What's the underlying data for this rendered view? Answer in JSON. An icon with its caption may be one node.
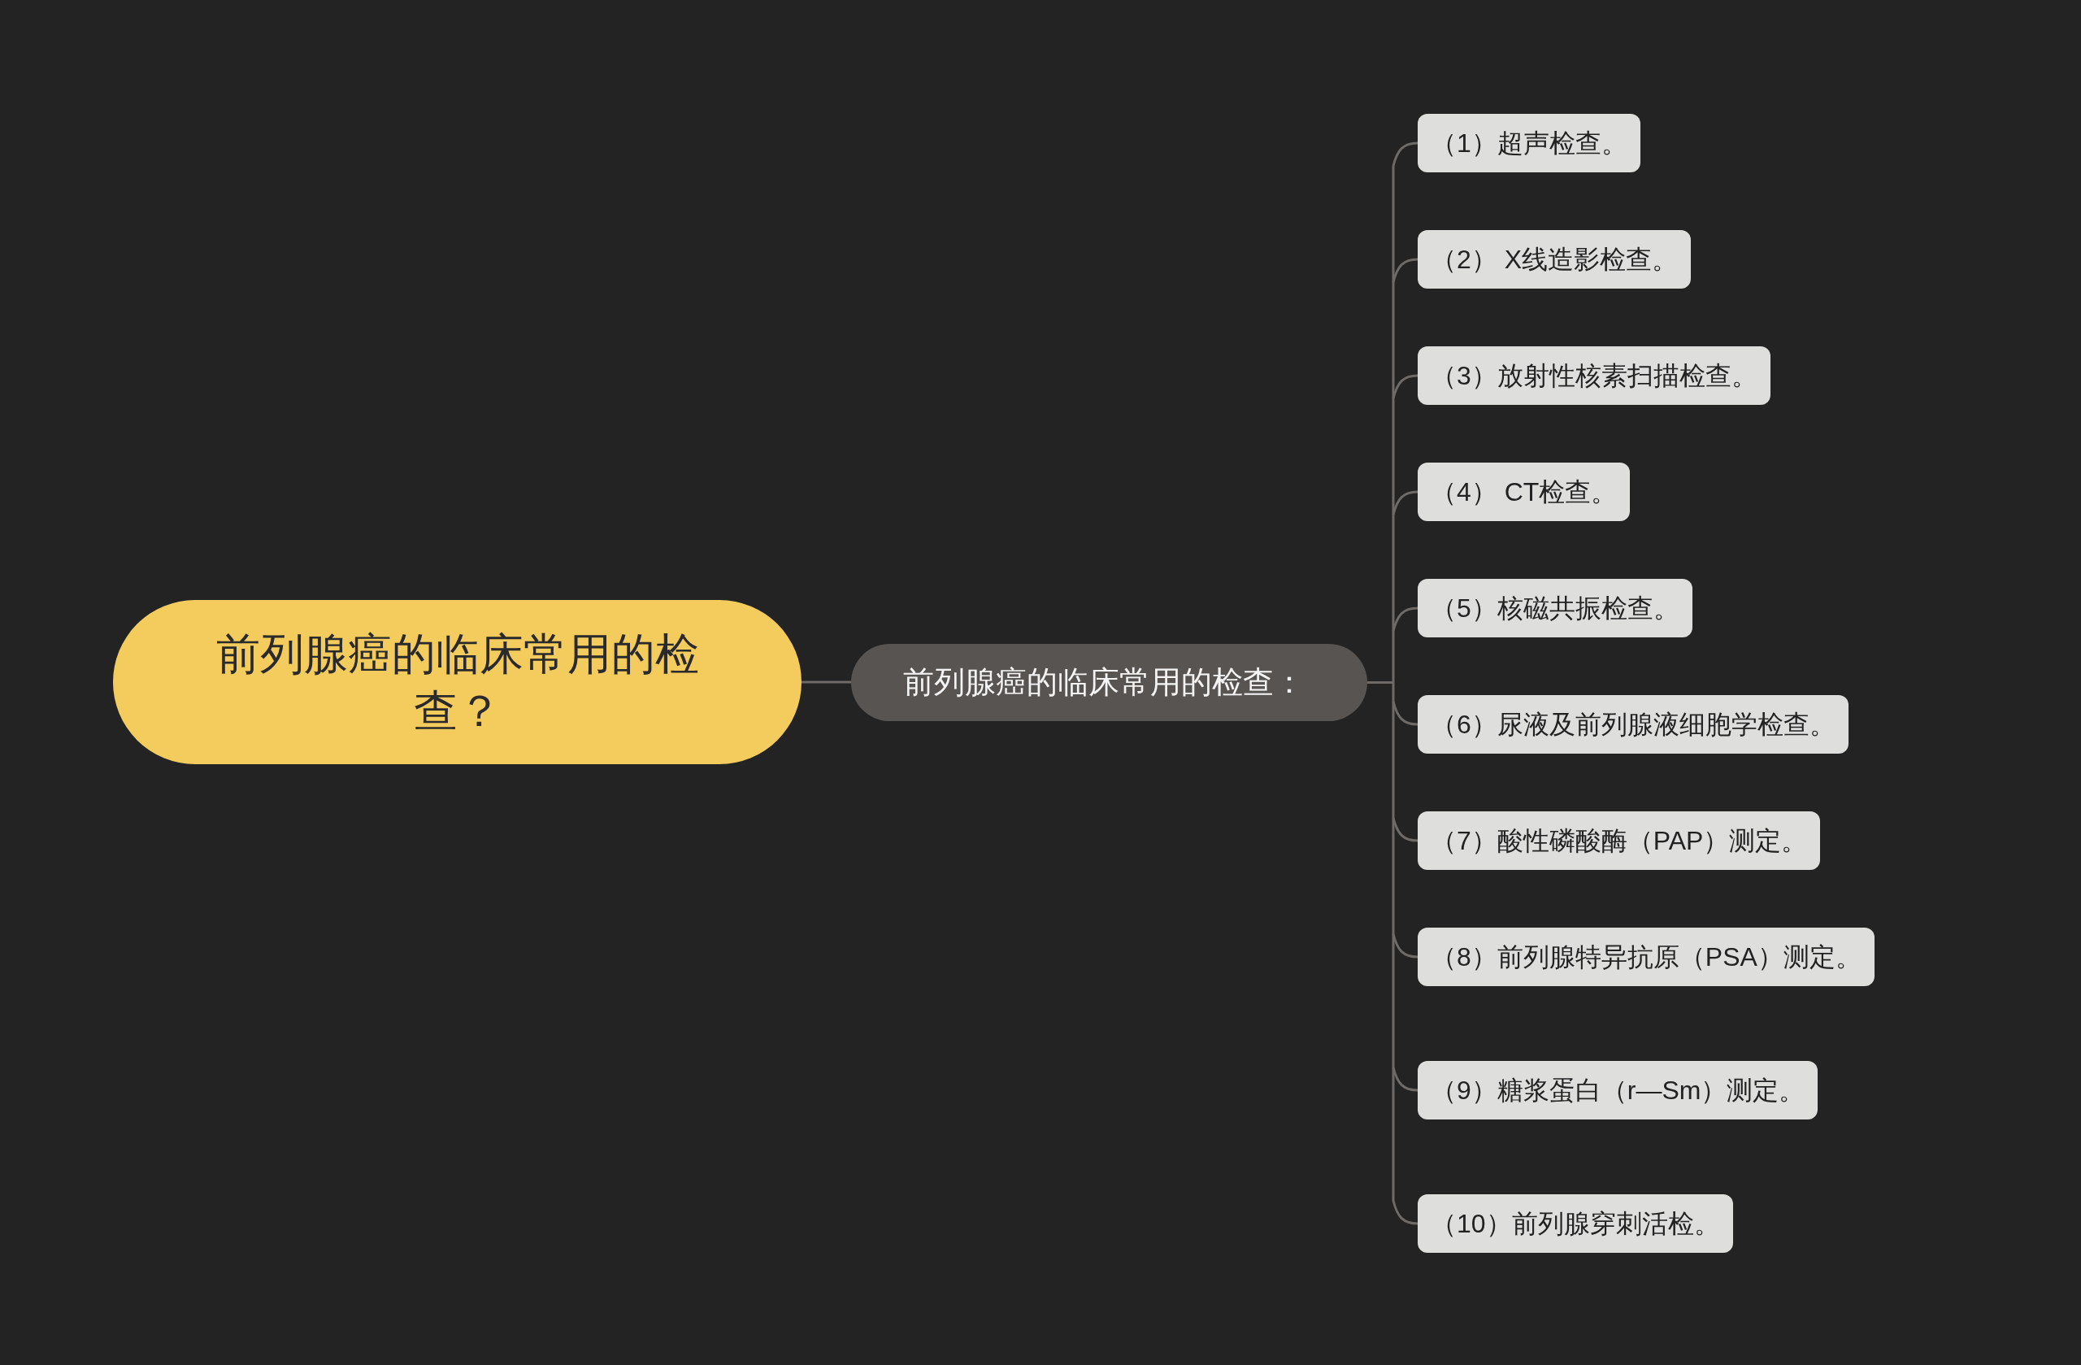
{
  "diagram": {
    "nodes": [
      {
        "text": [
          "前列腺癌的临床常用的检查？"
        ]
      },
      {
        "text": [
          "前列腺癌的临床常用的检查："
        ]
      },
      {
        "text": [
          "（1）超声检查。"
        ]
      },
      {
        "text": [
          "（2） X线造影检查。"
        ]
      },
      {
        "text": [
          "（3）放射性核素扫描检查。"
        ]
      },
      {
        "text": [
          "（4） CT检查。"
        ]
      },
      {
        "text": [
          "（5）核磁共振检查。"
        ]
      },
      {
        "text": [
          "（6）尿液及前列腺液细胞学检查。"
        ]
      },
      {
        "text": [
          "（7）酸性磷酸酶（PAP）测定。"
        ]
      },
      {
        "text": [
          "（8）前列腺特异抗原（PSA）测定。"
        ]
      },
      {
        "text": [
          "（9）糖浆蛋白（r—Sm）测定。"
        ]
      },
      {
        "text": [
          "（10）前列腺穿刺活检。"
        ]
      }
    ],
    "edges": [
      {
        "from": 0,
        "to": 1,
        "arrow": "none"
      },
      {
        "from": 1,
        "to": 2,
        "arrow": "none"
      },
      {
        "from": 1,
        "to": 3,
        "arrow": "none"
      },
      {
        "from": 1,
        "to": 4,
        "arrow": "none"
      },
      {
        "from": 1,
        "to": 5,
        "arrow": "none"
      },
      {
        "from": 1,
        "to": 6,
        "arrow": "none"
      },
      {
        "from": 1,
        "to": 7,
        "arrow": "none"
      },
      {
        "from": 1,
        "to": 8,
        "arrow": "none"
      },
      {
        "from": 1,
        "to": 9,
        "arrow": "none"
      },
      {
        "from": 1,
        "to": 10,
        "arrow": "none"
      },
      {
        "from": 1,
        "to": 11,
        "arrow": "none"
      }
    ]
  }
}
